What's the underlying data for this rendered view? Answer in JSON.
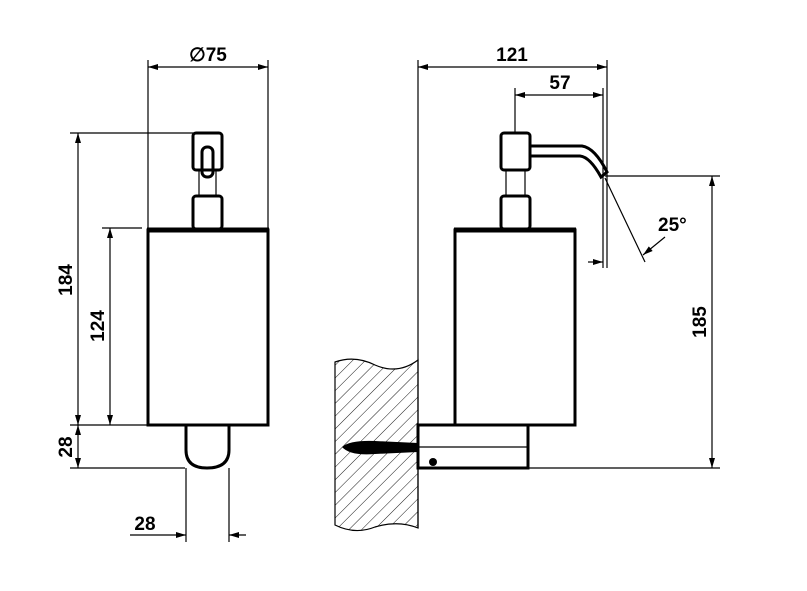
{
  "dimensions": {
    "diameter": "∅75",
    "total_height": "184",
    "body_height": "124",
    "bracket_height": "28",
    "knob_width": "28",
    "depth": "121",
    "spout_reach": "57",
    "angle": "25°",
    "mount_height": "185"
  },
  "colors": {
    "line": "#000000",
    "background": "#ffffff"
  }
}
